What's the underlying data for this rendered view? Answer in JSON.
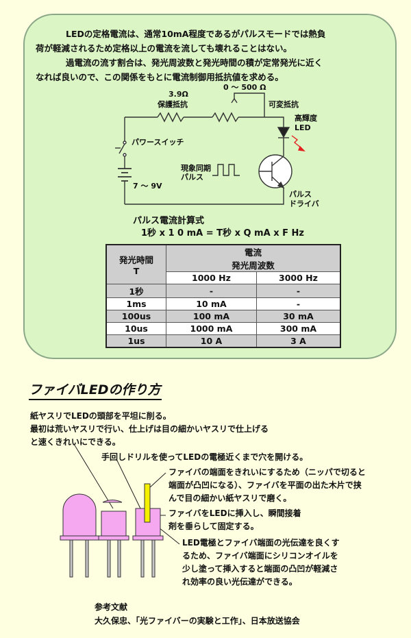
{
  "intro": {
    "line1": "LEDの定格電流は、通常10mA程度であるがパルスモードでは熱負",
    "line2": "荷が軽減されるため定格以上の電流を流しても壊れることはない。",
    "line3": "過電流の流す割合は、発光周波数と発光時間の積が定常発光に近く",
    "line4": "なれば良いので、この関係をもとに電流制御用抵抗値を求める。"
  },
  "circuit": {
    "resistor_value": "3.9Ω",
    "resistor_name": "保護抵抗",
    "variable_value": "0 ～ 500 Ω",
    "variable_name": "可変抵抗",
    "led_line1": "高輝度",
    "led_line2": "LED",
    "switch": "パワースイッチ",
    "pulse_line1": "現象同期",
    "pulse_line2": "パルス",
    "battery": "7 ～ 9V",
    "driver_line1": "パルス",
    "driver_line2": "ドライバ",
    "colors": {
      "wire": "#333333",
      "led_ray": "#e52020",
      "transistor_fill": "#ffffff"
    }
  },
  "formula": {
    "title": "パルス電流計算式",
    "expression": "1秒 x 1 0 mA = T秒 x Q mA x F Hz"
  },
  "table": {
    "col1_line1": "発光時間",
    "col1_line2": "T",
    "group_line1": "電流",
    "group_line2": "発光周波数",
    "freq1": "1000 Hz",
    "freq2": "3000 Hz",
    "rows": [
      [
        "1秒",
        "-",
        "-"
      ],
      [
        "1ms",
        "10 mA",
        "-"
      ],
      [
        "100us",
        "100 mA",
        "30 mA"
      ],
      [
        "10us",
        "1000 mA",
        "300 mA"
      ],
      [
        "1us",
        "10 A",
        "3 A"
      ]
    ]
  },
  "section": {
    "title": "ファイバLEDの作り方",
    "step1_line1": "紙ヤスリでLEDの頭部を平坦に削る。",
    "step1_line2": "最初は荒いヤスリで行い、仕上げは目の細かいヤスリで仕上げる",
    "step1_line3": "と速くきれいにできる。",
    "step2": "手回しドリルを使ってLEDの電極近くまで穴を開ける。",
    "step3_line1": "ファイバの端面をきれいにするため（ニッパで切ると",
    "step3_line2": "端面が凸凹になる）、ファイバを平面の出た木片で挟",
    "step3_line3": "んで目の細かい紙ヤスリで磨く。",
    "step4_line1": "ファイバをLEDに挿入し、瞬間接着",
    "step4_line2": "剤を垂らして固定する。",
    "step5_line1": "LED電極とファイバ端面の光伝達を良くす",
    "step5_line2": "るため、ファイバ端面にシリコンオイルを",
    "step5_line3": "少し塗って挿入すると端面の凸凹が軽減さ",
    "step5_line4": "れ効率の良い光伝達ができる。",
    "colors": {
      "led_body": "#f5a8f0",
      "fiber": "#f5f000",
      "lead": "#c8c8c8"
    }
  },
  "reference": {
    "heading": "参考文献",
    "citation": "大久保忠、「光ファイバーの実験と工作」、日本放送協会"
  }
}
